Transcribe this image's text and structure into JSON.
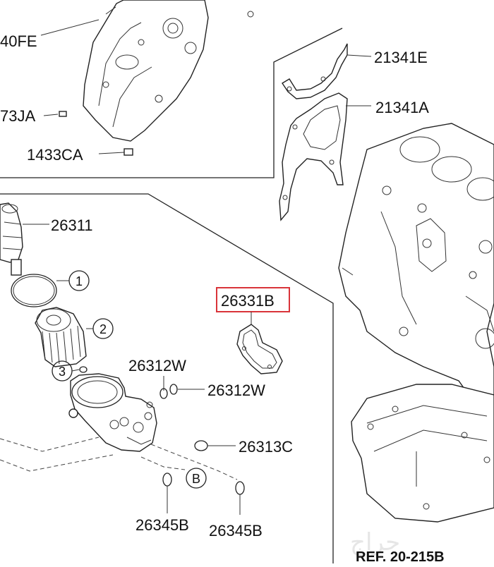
{
  "labels": {
    "l_40fe": "40FE",
    "l_73ja": "73JA",
    "l_1433ca": "1433CA",
    "l_21341e": "21341E",
    "l_21341a": "21341A",
    "l_26311": "26311",
    "c1": "1",
    "c2": "2",
    "c3": "3",
    "l_26331b": "26331B",
    "l_26312w_a": "26312W",
    "l_26312w_b": "26312W",
    "l_26313c": "26313C",
    "cb": "B",
    "l_26345b_a": "26345B",
    "l_26345b_b": "26345B",
    "ref": "REF. 20-215B"
  },
  "highlight_color": "#d9343a",
  "watermark": "حراج"
}
